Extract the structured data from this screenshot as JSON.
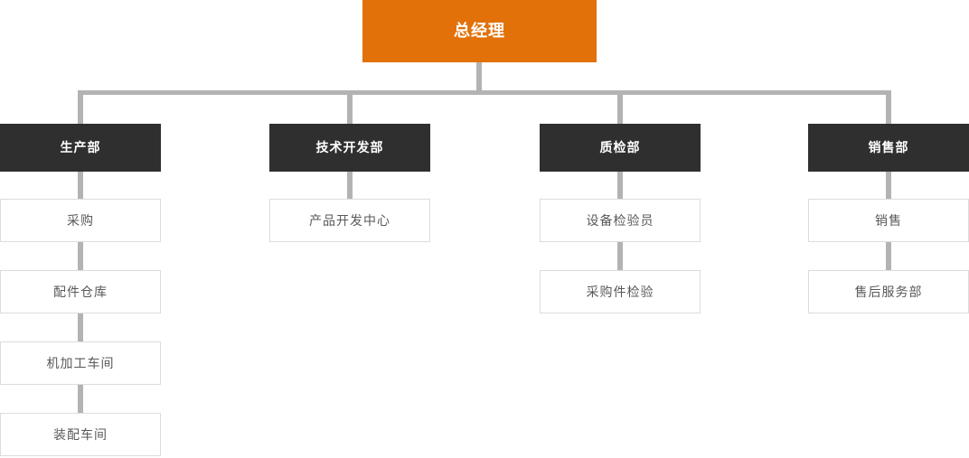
{
  "org_chart": {
    "type": "org-tree",
    "root": {
      "label": "总经理"
    },
    "departments": [
      {
        "label": "生产部",
        "children": [
          "采购",
          "配件仓库",
          "机加工车间",
          "装配车间"
        ]
      },
      {
        "label": "技术开发部",
        "children": [
          "产品开发中心"
        ]
      },
      {
        "label": "质检部",
        "children": [
          "设备检验员",
          "采购件检验"
        ]
      },
      {
        "label": "销售部",
        "children": [
          "销售",
          "售后服务部"
        ]
      }
    ],
    "colors": {
      "root_box": "#e2710a",
      "root_text": "#ffffff",
      "department_box": "#2f2f2f",
      "department_text": "#ffffff",
      "child_box_bg": "#ffffff",
      "child_box_border": "#dcdcdc",
      "child_text": "#595959",
      "connector": "#b3b3b3",
      "background": "#ffffff"
    }
  }
}
